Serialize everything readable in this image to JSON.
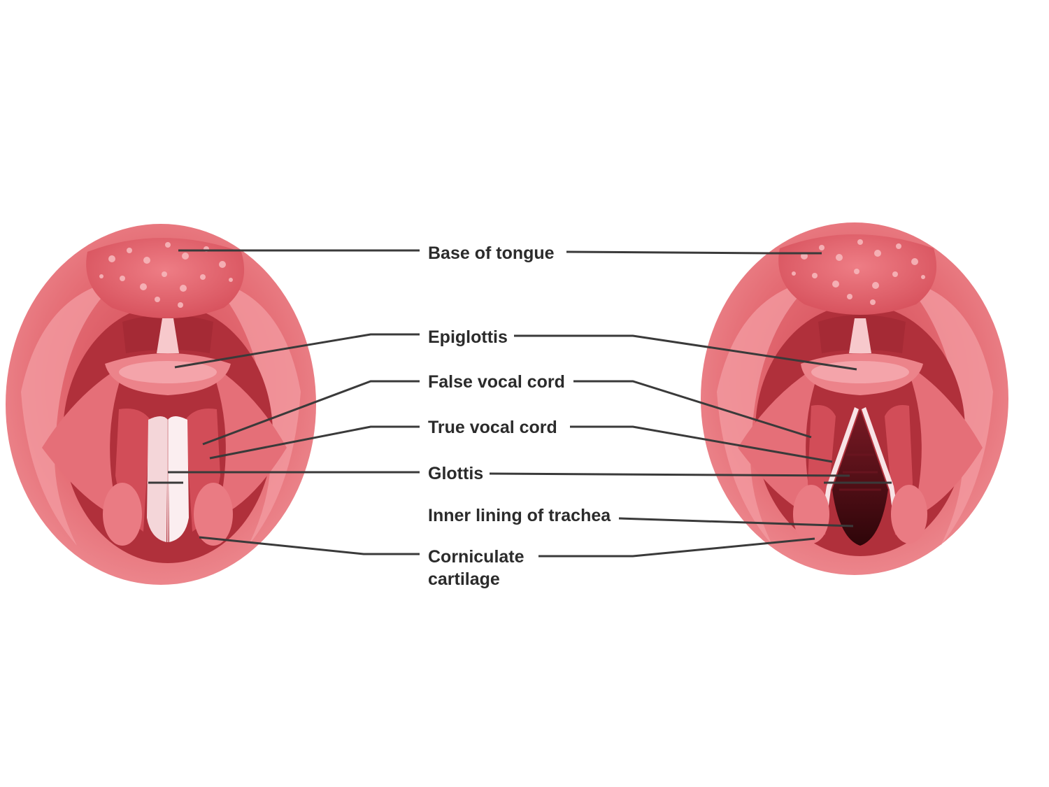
{
  "labels": {
    "base_of_tongue": "Base of tongue",
    "epiglottis": "Epiglottis",
    "false_vocal_cord": "False vocal cord",
    "true_vocal_cord": "True vocal cord",
    "glottis": "Glottis",
    "inner_lining_of_trachea": "Inner lining of trachea",
    "corniculate_line1": "Corniculate",
    "corniculate_line2": "cartilage"
  },
  "colors": {
    "tissue_outer": "#e8737a",
    "tissue_mid": "#d9555f",
    "tissue_dark": "#b8343f",
    "tissue_light": "#f4a9ad",
    "tongue": "#e5616b",
    "cord_white": "#f6e6e8",
    "trachea_dark": "#4a0d14",
    "leader_line": "#3a3a3a"
  },
  "views": [
    {
      "name": "left-larynx-closed"
    },
    {
      "name": "right-larynx-open"
    }
  ]
}
